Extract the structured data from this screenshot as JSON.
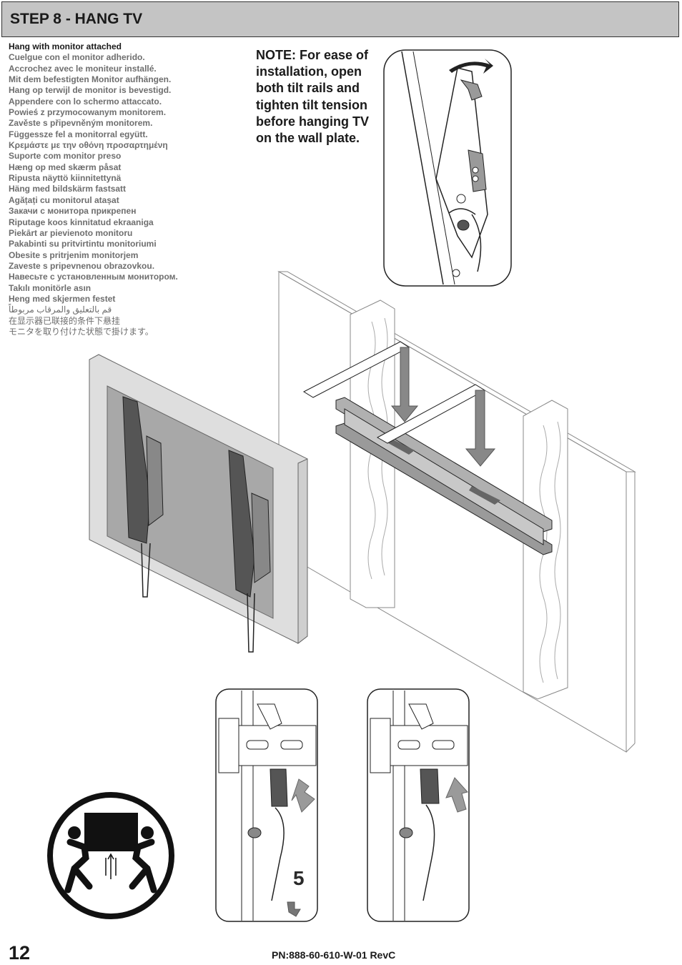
{
  "header": {
    "title": "STEP 8 - HANG TV"
  },
  "languages": [
    "Hang with monitor attached",
    "Cuelgue con el monitor adherido.",
    "Accrochez avec le moniteur installé.",
    "Mit dem befestigten Monitor aufhängen.",
    "Hang op terwijl de monitor is bevestigd.",
    "Appendere con lo schermo attaccato.",
    "Powieś z przymocowanym monitorem.",
    "Zavěste s připevněným monitorem.",
    "Függessze fel a monitorral együtt.",
    "Κρεμάστε με την οθόνη προσαρτημένη",
    "Suporte com monitor preso",
    "Hæng op med skærm påsat",
    "Ripusta näyttö kiinnitettynä",
    "Häng med bildskärm fastsatt",
    "Agățați cu monitorul atașat",
    "Закачи с монитора прикрепен",
    "Riputage koos kinnitatud ekraaniga",
    "Piekārt ar pievienoto monitoru",
    "Pakabinti su pritvirtintu monitoriumi",
    "Obesite s pritrjenim monitorjem",
    "Zaveste s pripevnenou obrazovkou.",
    "Навесьте с установленным монитором.",
    "Takılı monitörle asın",
    "Heng med skjermen festet",
    "قم بالتعليق والمرقاب مربوطاً",
    "在显示器已联接的条件下悬挂",
    "モニタを取り付けた状態で掛けます。"
  ],
  "note": "NOTE:  For ease of installation, open both tilt rails and tighten tilt tension before hanging TV on the wall plate.",
  "detail_step_number": "5",
  "footer": {
    "page_number": "12",
    "part_number": "PN:888-60-610-W-01 RevC"
  },
  "icons": [
    "tilt-arrow-icon",
    "two-person-lift-icon",
    "down-arrow-icon",
    "up-arrow-icon"
  ]
}
